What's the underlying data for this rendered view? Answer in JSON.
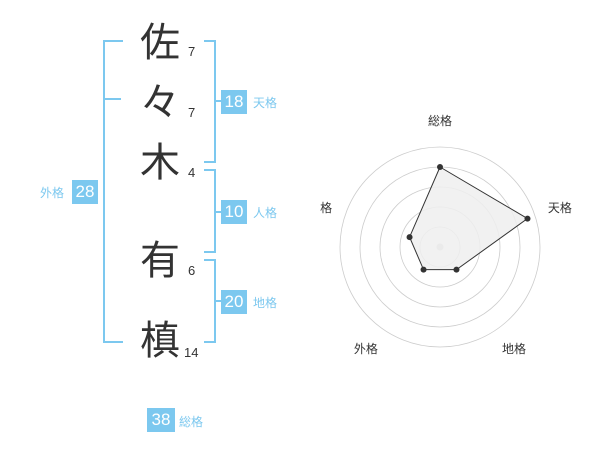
{
  "name": {
    "characters": [
      {
        "char": "佐",
        "strokes": "7"
      },
      {
        "char": "々",
        "strokes": "7"
      },
      {
        "char": "木",
        "strokes": "4"
      },
      {
        "char": "有",
        "strokes": "6"
      },
      {
        "char": "槙",
        "strokes": "14"
      }
    ]
  },
  "scores": {
    "tenkaku": {
      "value": "18",
      "label": "天格"
    },
    "jinkaku": {
      "value": "10",
      "label": "人格"
    },
    "chikaku": {
      "value": "20",
      "label": "地格"
    },
    "gaikaku": {
      "value": "28",
      "label": "外格"
    },
    "soukaku": {
      "value": "38",
      "label": "総格"
    }
  },
  "radar": {
    "axes": [
      "総格",
      "天格",
      "地格",
      "外格",
      "人格"
    ],
    "levels": 5,
    "values": [
      0.8,
      0.92,
      0.28,
      0.28,
      0.32
    ],
    "colors": {
      "fill": "#eeeeee",
      "stroke": "#333333",
      "grid": "#cccccc",
      "point": "#333333",
      "center": "#cccccc"
    }
  },
  "colors": {
    "accent": "#7cc8ef"
  }
}
